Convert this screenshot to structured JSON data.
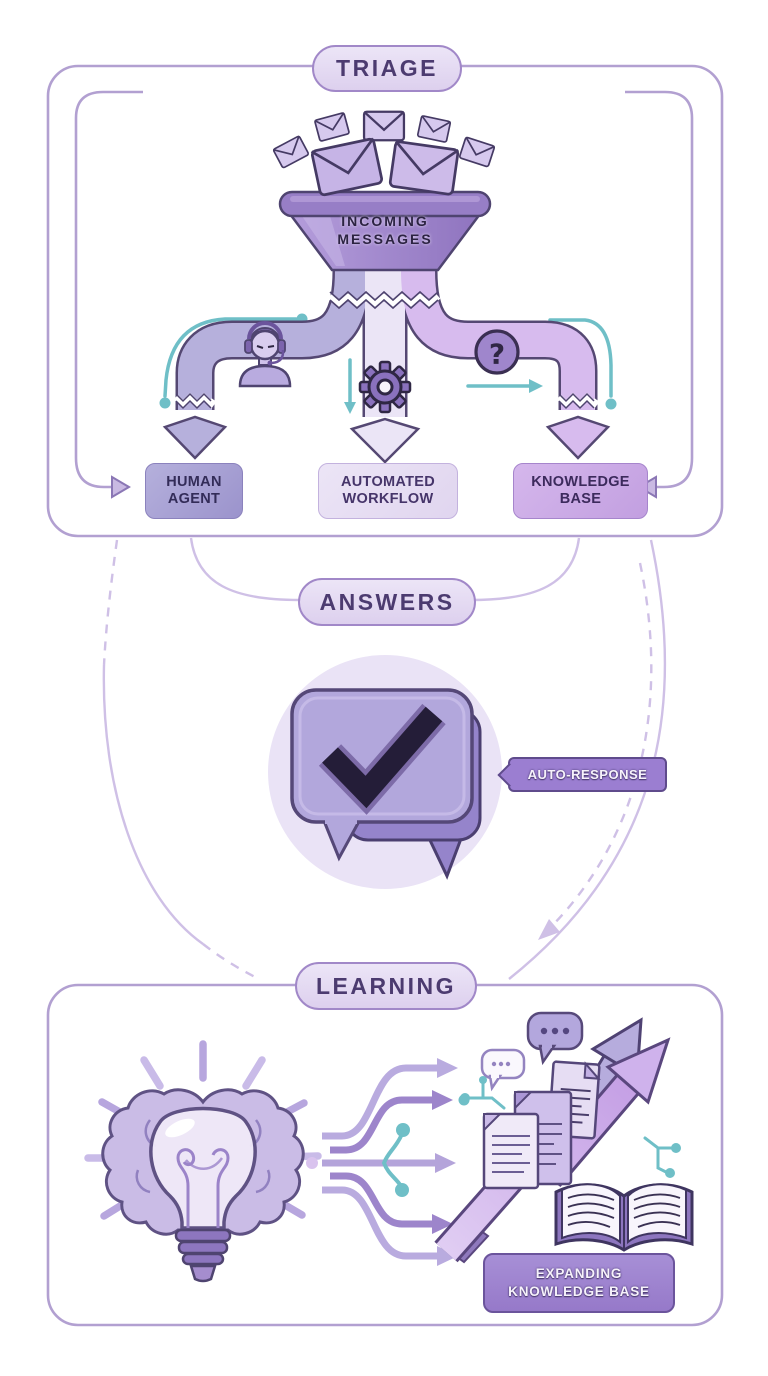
{
  "title": "Support automation workflow infographic",
  "sections": {
    "triage": {
      "label": "TRIAGE"
    },
    "answers": {
      "label": "ANSWERS"
    },
    "learning": {
      "label": "LEARNING"
    }
  },
  "funnel": {
    "label": "INCOMING MESSAGES"
  },
  "destinations": [
    {
      "label": "HUMAN AGENT"
    },
    {
      "label": "AUTOMATED WORKFLOW"
    },
    {
      "label": "KNOWLEDGE BASE"
    }
  ],
  "tags": {
    "auto_response": "AUTO-RESPONSE",
    "expanding_kb": "EXPANDING KNOWLEDGE BASE"
  },
  "icons": {
    "question_glyph": "?"
  },
  "colors": {
    "frame": "#b2a0d1",
    "outline": "#4f4470",
    "funnel_purple": "#9c84c9",
    "pipe_left": "#b6b0dc",
    "pipe_mid": "#ebe5f6",
    "pipe_right": "#d7bbee",
    "teal_accent": "#6fbfc7",
    "answers_circle": "#eae3f6",
    "bubble_front": "#b2a7dc",
    "bubble_back": "#9584cb",
    "tag_purple": "#9b7ed1",
    "human_agent_fill": "#a9a2d4",
    "automated_fill": "#e9e1f4",
    "knowledge_fill": "#cdace7"
  }
}
